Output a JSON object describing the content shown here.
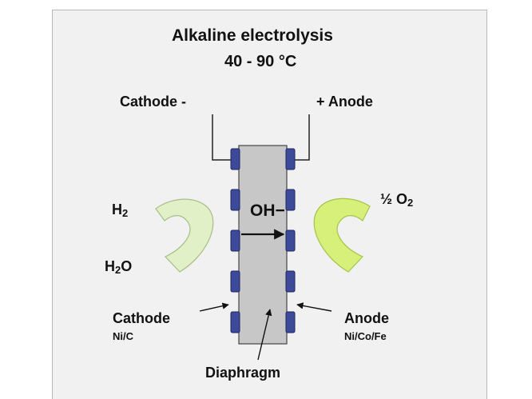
{
  "title": "Alkaline electrolysis",
  "temperature": "40 - 90 °C",
  "cathode_terminal": "Cathode -",
  "anode_terminal": "+ Anode",
  "ion": "OH",
  "ion_charge": "−",
  "cathode_product": {
    "main": "H",
    "sub": "2"
  },
  "cathode_feed": {
    "main": "H",
    "sub": "2",
    "tail": "O"
  },
  "anode_product": {
    "prefix": "½ O",
    "sub": "2"
  },
  "cathode_label": "Cathode",
  "cathode_material": "Ni/C",
  "anode_label": "Anode",
  "anode_material": "Ni/Co/Fe",
  "membrane_label": "Diaphragm",
  "colors": {
    "electrode": "#3d4a9a",
    "diaphragm": "#c7c7c7",
    "h2_arrow": "#e2f0c8",
    "o2_arrow": "#d6f07a"
  }
}
